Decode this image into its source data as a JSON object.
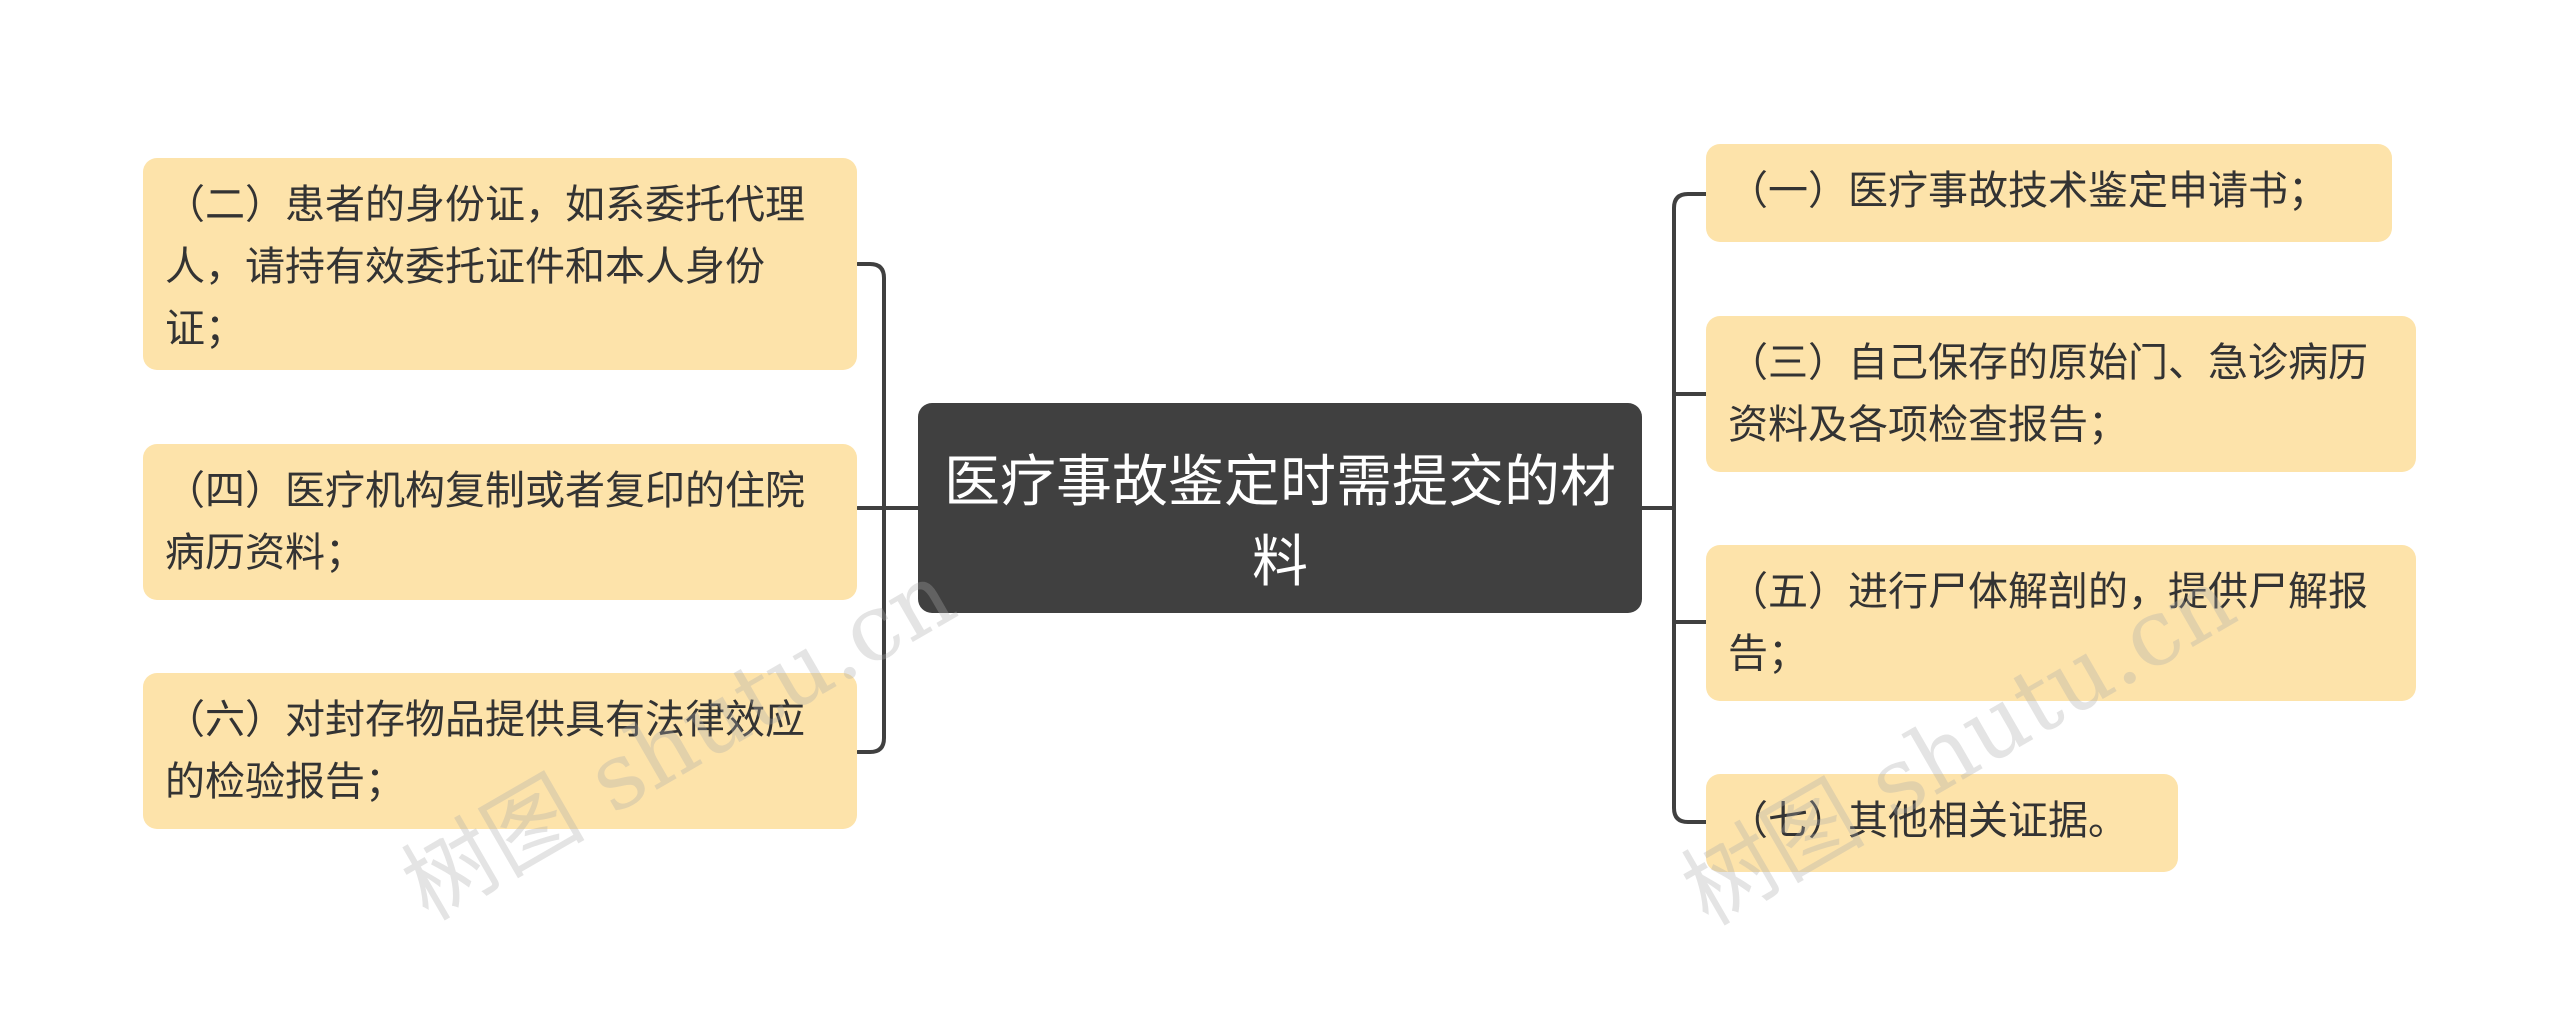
{
  "center": {
    "title": "医疗事故鉴定时需提交的材料"
  },
  "left_items": [
    "（二）患者的身份证，如系委托代理人，请持有效委托证件和本人身份证；",
    "（四）医疗机构复制或者复印的住院病历资料；",
    "（六）对封存物品提供具有法律效应的检验报告；"
  ],
  "right_items": [
    "（一）医疗事故技术鉴定申请书；",
    "（三）自己保存的原始门、急诊病历资料及各项检查报告；",
    "（五）进行尸体解剖的，提供尸解报告；",
    "（七）其他相关证据。"
  ],
  "watermark": "树图 shutu.cn",
  "colors": {
    "node_bg": "#fde3aa",
    "center_bg": "#404040",
    "connector": "#404040"
  }
}
